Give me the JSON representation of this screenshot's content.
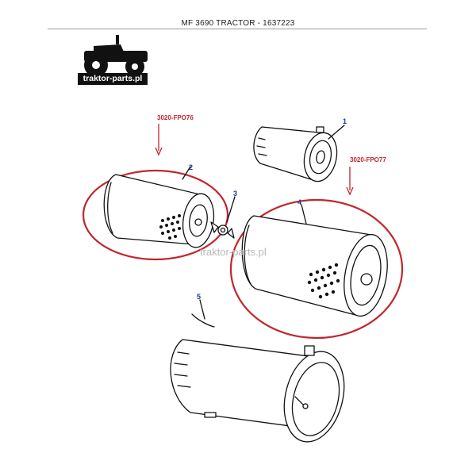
{
  "header": {
    "title": "MF 3690 TRACTOR - 1637223"
  },
  "logo": {
    "text": "traktor-parts.pl",
    "icon": "tractor-icon"
  },
  "watermark": {
    "text": "traktor-parts.pl"
  },
  "references": {
    "left": "3020-FPO76",
    "right": "3020-FPO77"
  },
  "callouts": [
    {
      "number": "1",
      "part": "air-cleaner-small-housing"
    },
    {
      "number": "2",
      "part": "outer-air-filter-element"
    },
    {
      "number": "3",
      "part": "wing-nut"
    },
    {
      "number": "4",
      "part": "inner-air-filter-element"
    },
    {
      "number": "5",
      "part": "air-cleaner-housing"
    }
  ],
  "colors": {
    "reference_red": "#c0272d",
    "callout_blue": "#1b3a8c",
    "ink": "#111111"
  }
}
